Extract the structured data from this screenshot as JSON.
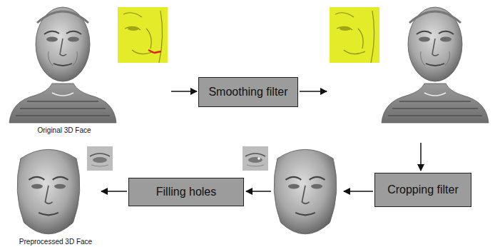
{
  "diagram": {
    "nodes": [
      {
        "text": [
          "Smoothing filter"
        ]
      },
      {
        "text": [
          "Cropping filter"
        ]
      },
      {
        "text": [
          "Filling holes"
        ]
      }
    ],
    "labels": [
      "Original 3D Face",
      "Preprocessed 3D Face"
    ]
  }
}
